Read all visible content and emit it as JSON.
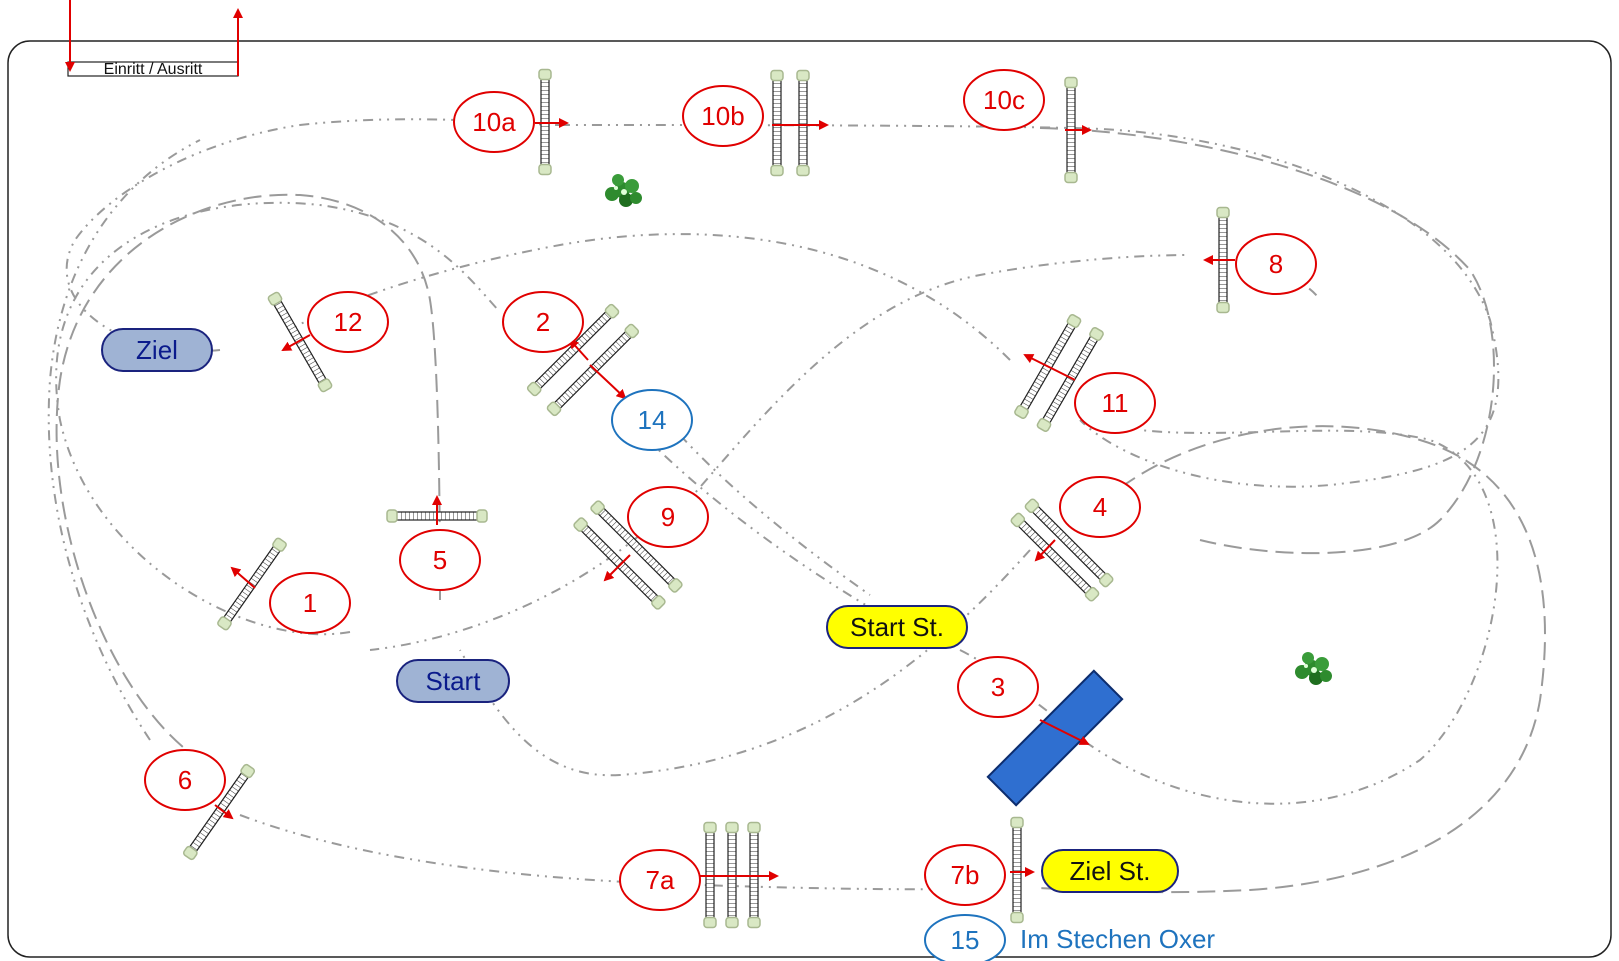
{
  "entrance_label": "Einritt / Ausritt",
  "colors": {
    "red": "#e00000",
    "blue_label": "#1e73be",
    "start_pill": "#9fb3d4",
    "jump_off_pill": "#ffff00",
    "water_tray": "#2f6fd0",
    "path": "#9a9a9a",
    "bush": "#2e8b2e"
  },
  "markers": {
    "start": "Start",
    "finish": "Ziel",
    "jump_off_start": "Start St.",
    "jump_off_finish": "Ziel St."
  },
  "obstacles": {
    "o1": "1",
    "o2": "2",
    "o3": "3",
    "o4": "4",
    "o5": "5",
    "o6": "6",
    "o7a": "7a",
    "o7b": "7b",
    "o8": "8",
    "o9": "9",
    "o10a": "10a",
    "o10b": "10b",
    "o10c": "10c",
    "o11": "11",
    "o12": "12",
    "o14": "14",
    "o15": "15"
  },
  "jump_off_note": "Im Stechen Oxer",
  "icons": [
    "entrance-arrow-in-icon",
    "entrance-arrow-out-icon",
    "bush-icon",
    "water-tray-icon"
  ]
}
